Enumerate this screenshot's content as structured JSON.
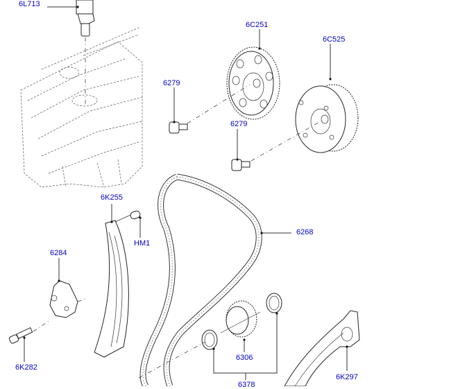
{
  "diagram": {
    "title": "Timing chain and camshaft components",
    "callouts": [
      {
        "id": "6L713",
        "label": "6L713",
        "part": "camshaft-oil-control-solenoid"
      },
      {
        "id": "6C251",
        "label": "6C251",
        "part": "camshaft-sprocket"
      },
      {
        "id": "6C525",
        "label": "6C525",
        "part": "variable-camshaft-timing-unit"
      },
      {
        "id": "6279-a",
        "label": "6279",
        "part": "camshaft-sprocket-bolt"
      },
      {
        "id": "6279-b",
        "label": "6279",
        "part": "vct-unit-bolt"
      },
      {
        "id": "6K255",
        "label": "6K255",
        "part": "timing-chain-guide"
      },
      {
        "id": "HM1",
        "label": "HM1",
        "part": "guide-pin"
      },
      {
        "id": "6284",
        "label": "6284",
        "part": "chain-tensioner"
      },
      {
        "id": "6K282",
        "label": "6K282",
        "part": "tensioner-bolt"
      },
      {
        "id": "6268",
        "label": "6268",
        "part": "timing-chain"
      },
      {
        "id": "6306",
        "label": "6306",
        "part": "crankshaft-sprocket"
      },
      {
        "id": "6378",
        "label": "6378",
        "part": "crankshaft-washers"
      },
      {
        "id": "6K297",
        "label": "6K297",
        "part": "tensioner-arm"
      }
    ],
    "callout_color": "#0000cc"
  }
}
